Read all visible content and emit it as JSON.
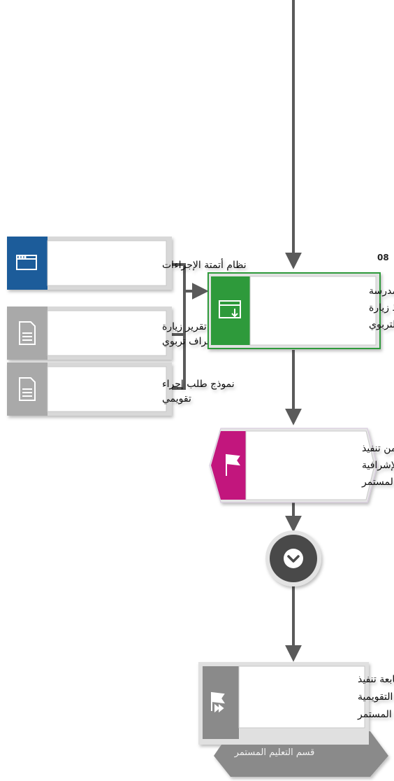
{
  "step_number": "08",
  "activity": {
    "lines": [
      "إشعار مدير المدرسة",
      "بانتهاء تنفيذ زيارة",
      "الإشراف التربوي"
    ],
    "color": "#2e9a3a"
  },
  "inputs": [
    {
      "lines": [
        "نظام أتمتة الإجراءات"
      ],
      "color": "#1d5c9a",
      "icon": "application-window-icon"
    },
    {
      "lines": [
        "نموذج تقرير زيارة",
        "إشراف تربوي"
      ],
      "color": "#a9a9a9",
      "icon": "document-icon"
    },
    {
      "lines": [
        "نموذج طلب إجراء",
        "تقويمي"
      ],
      "color": "#a9a9a9",
      "icon": "document-icon"
    }
  ],
  "event": {
    "lines": [
      "تم الانتهاء من تنفيذ",
      "الزيارة الإشرافية",
      "للتعليم المستمر"
    ],
    "color": "#c2187d",
    "icon": "flag-icon"
  },
  "gateway": {
    "icon": "chevron-down-icon",
    "color": "#4a4a4a"
  },
  "process": {
    "lines": [
      "إجراء متابعة تنفيذ",
      "الإجراءات التقويمية",
      "للتعليم المستمر"
    ],
    "owner": "قسم التعليم المستمر",
    "color": "#8a8a8a",
    "icon": "flags-forward-icon"
  }
}
